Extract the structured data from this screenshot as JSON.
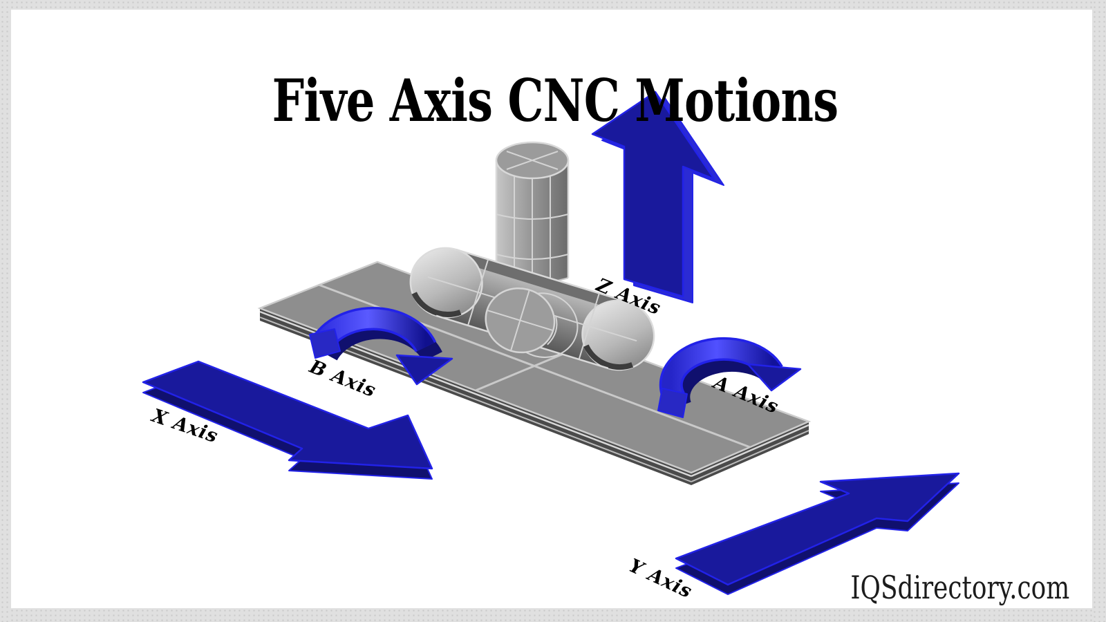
{
  "title": "Five Axis CNC Motions",
  "watermark": "IQSdirectory.com",
  "axis_labels": {
    "x": "X Axis",
    "y": "Y Axis",
    "z": "Z Axis",
    "a": "A Axis",
    "b": "B Axis"
  },
  "colors": {
    "arrow_blue": "#19199c",
    "arrow_edge": "#2222e8",
    "arrow_dark": "#10106e",
    "machine_gray": "#8e8e8e",
    "frame": "#e0e0e0",
    "background": "#ffffff",
    "text": "#000000"
  }
}
